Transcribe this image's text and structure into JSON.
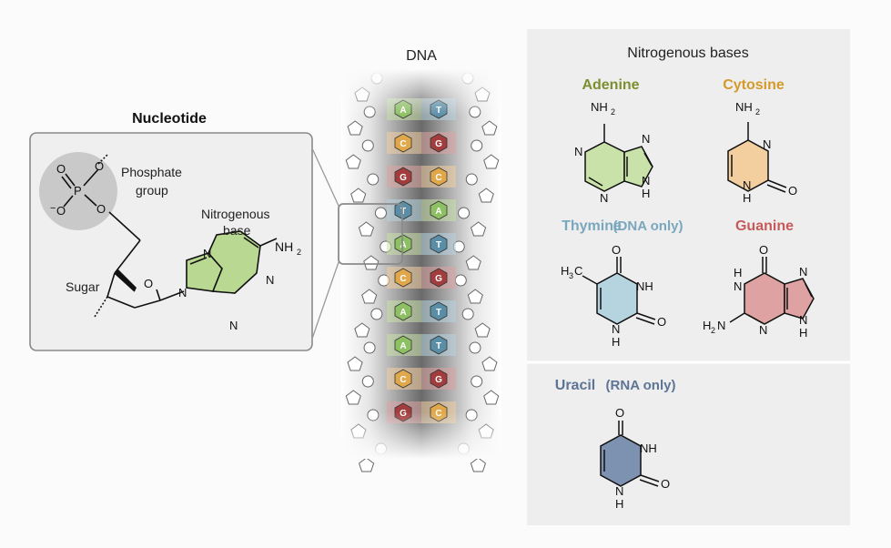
{
  "nucleotide": {
    "title": "Nucleotide",
    "labels": {
      "phosphate": "Phosphate",
      "group": "group",
      "nitrogenous": "Nitrogenous",
      "base": "base",
      "sugar": "Sugar"
    },
    "atoms": {
      "O": "O",
      "P": "P",
      "O_minus": "O",
      "minus": "−",
      "N": "N",
      "NH2": "NH",
      "sub2": "2"
    }
  },
  "dna": {
    "title": "DNA",
    "letters": {
      "A": "A",
      "T": "T",
      "G": "G",
      "C": "C"
    }
  },
  "bases_panel": {
    "title": "Nitrogenous bases",
    "adenine": "Adenine",
    "cytosine": "Cytosine",
    "thymine": "Thymine",
    "thymine_note": "(DNA only)",
    "guanine": "Guanine",
    "uracil": "Uracil",
    "uracil_note": "(RNA only)",
    "atoms": {
      "N": "N",
      "H": "H",
      "NH": "NH",
      "O": "O",
      "NH2": "NH",
      "H3C": "H",
      "C": "C",
      "sub2": "2",
      "sub3": "3"
    }
  },
  "colors": {
    "adenine": "#7a8f2e",
    "cytosine": "#d49a2a",
    "thymine": "#7aa7bd",
    "guanine": "#c65a5a",
    "uracil": "#5d7494",
    "adenine_fill": "#c9e2a9",
    "cytosine_fill": "#f3cfa0",
    "thymine_fill": "#b6d4e0",
    "guanine_fill": "#dfa2a2",
    "uracil_fill": "#7d92b0"
  }
}
